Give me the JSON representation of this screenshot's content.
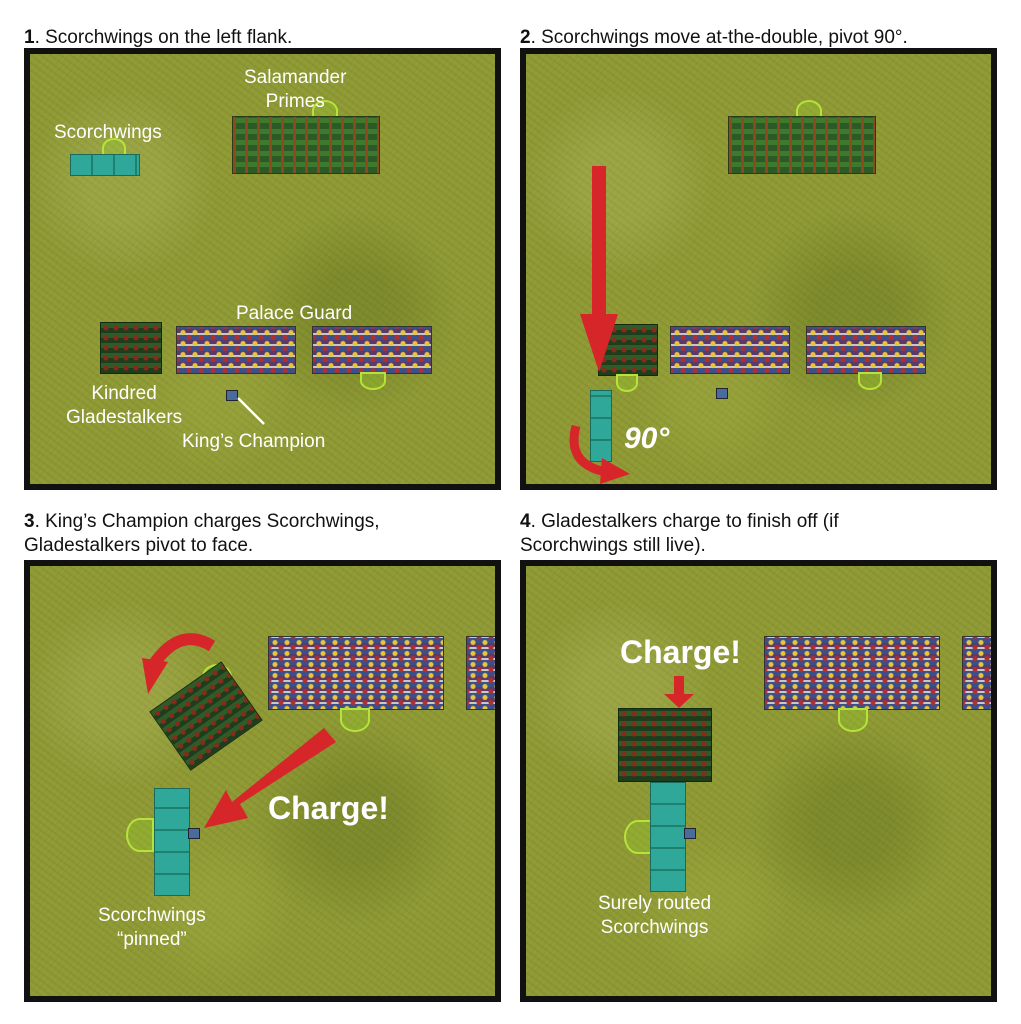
{
  "panels": [
    {
      "number": "1",
      "caption": ". Scorchwings on the left flank.",
      "labels": {
        "salamander": "Salamander\nPrimes",
        "scorchwings": "Scorchwings",
        "palace_guard": "Palace Guard",
        "kindred": "Kindred\nGladestalkers",
        "kings_champion": "King’s Champion"
      }
    },
    {
      "number": "2",
      "caption": ". Scorchwings move at-the-double, pivot 90°.",
      "labels": {
        "pivot": "90°"
      }
    },
    {
      "number": "3",
      "caption": ". King’s Champion charges Scorchwings,\nGladestalkers pivot to face.",
      "labels": {
        "charge": "Charge!",
        "pinned": "Scorchwings\n“pinned”"
      }
    },
    {
      "number": "4",
      "caption": ". Gladestalkers charge to finish off (if\nScorchwings still live).",
      "labels": {
        "charge": "Charge!",
        "routed": "Surely routed\nScorchwings"
      }
    }
  ],
  "colors": {
    "arrow": "#d6262a",
    "border": "#111111",
    "grass": "#8f9a34",
    "zone": "#b6e33a"
  }
}
